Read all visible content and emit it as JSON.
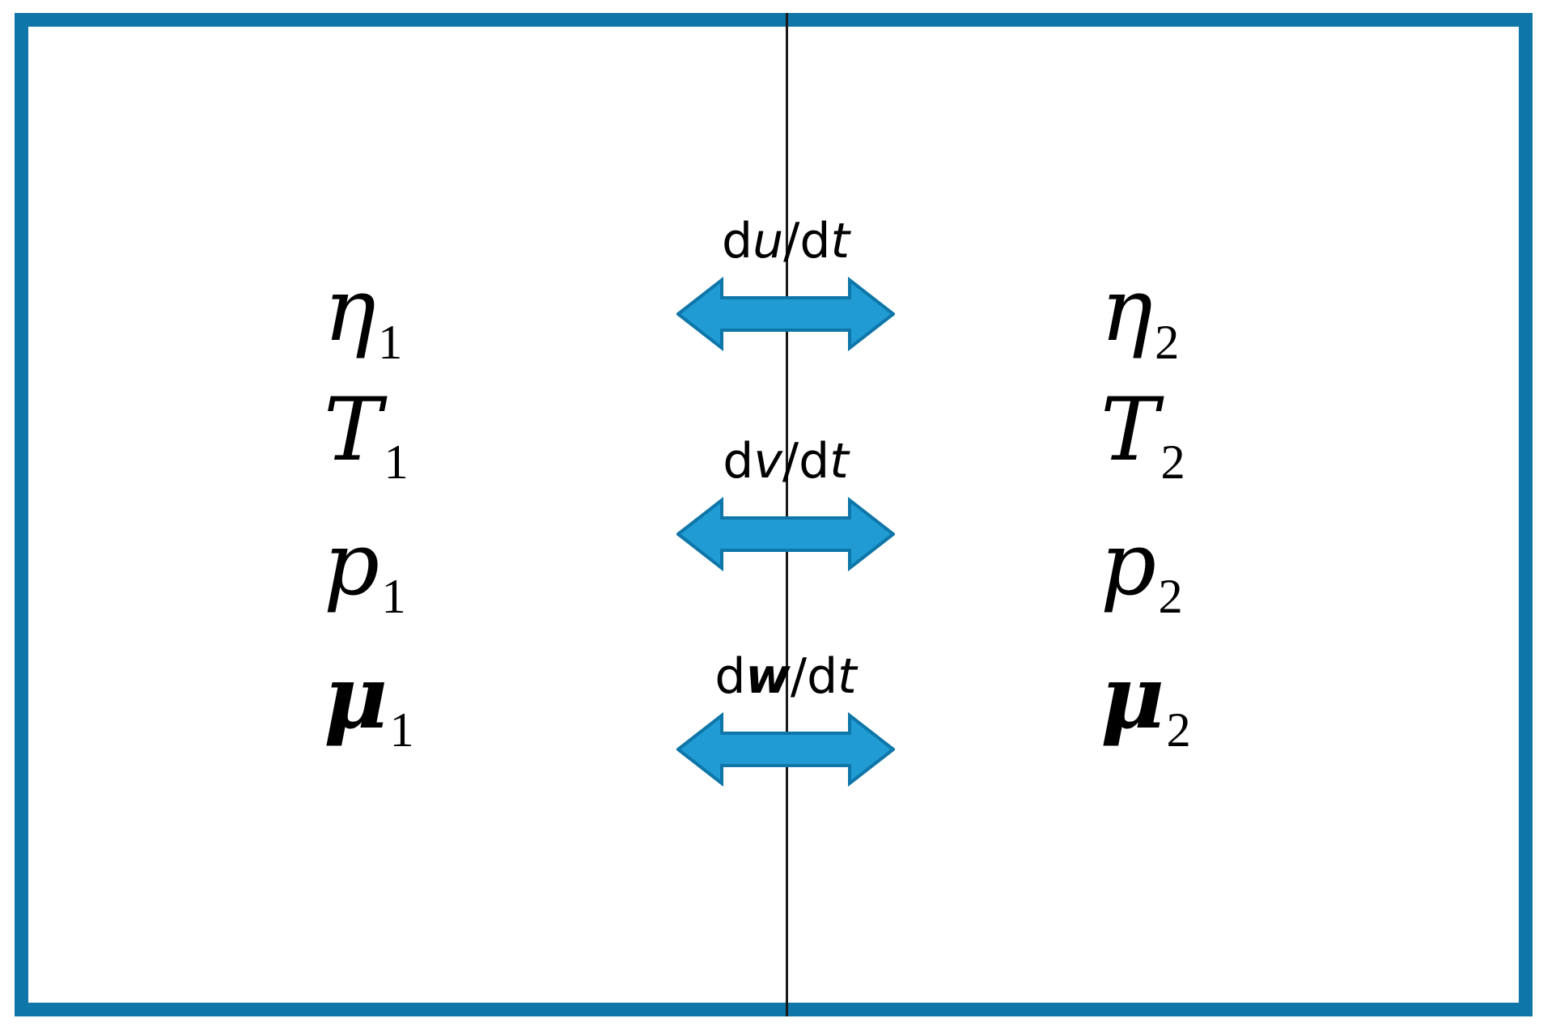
{
  "figure": {
    "kind": "two-region-interface-diagram",
    "frame_color": "#0e76a8",
    "arrow_fill": "#219bd4",
    "arrow_stroke": "#0e76a8",
    "divider_color": "#1a1a1a",
    "background": "#ffffff"
  },
  "left_region": {
    "index": "1",
    "symbols": [
      {
        "base": "η",
        "sub": "1",
        "vector": false,
        "name": "eta"
      },
      {
        "base": "T",
        "sub": "1",
        "vector": false,
        "name": "temperature"
      },
      {
        "base": "p",
        "sub": "1",
        "vector": false,
        "name": "pressure"
      },
      {
        "base": "μ",
        "sub": "1",
        "vector": true,
        "name": "chemical-potential"
      }
    ]
  },
  "right_region": {
    "index": "2",
    "symbols": [
      {
        "base": "η",
        "sub": "2",
        "vector": false,
        "name": "eta"
      },
      {
        "base": "T",
        "sub": "2",
        "vector": false,
        "name": "temperature"
      },
      {
        "base": "p",
        "sub": "2",
        "vector": false,
        "name": "pressure"
      },
      {
        "base": "μ",
        "sub": "2",
        "vector": true,
        "name": "chemical-potential"
      }
    ]
  },
  "fluxes": [
    {
      "prefix": "d",
      "variable": "u",
      "vector": false,
      "slash": "/",
      "denom_prefix": "d",
      "denom": "t",
      "text": "du/dt"
    },
    {
      "prefix": "d",
      "variable": "v",
      "vector": false,
      "slash": "/",
      "denom_prefix": "d",
      "denom": "t",
      "text": "dv/dt"
    },
    {
      "prefix": "d",
      "variable": "w",
      "vector": true,
      "slash": "/",
      "denom_prefix": "d",
      "denom": "t",
      "text": "dw/dt"
    }
  ]
}
